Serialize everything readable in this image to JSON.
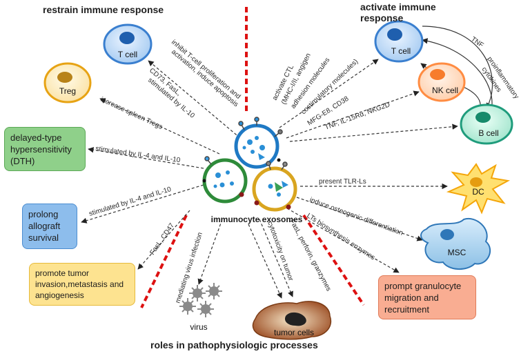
{
  "headings": {
    "restrain": "restrain immune response",
    "activate": "activate immune response",
    "roles": "roles in pathophysiologic processes"
  },
  "center": {
    "label": "immunocyte exosomes"
  },
  "cells": {
    "t_cell_left": "T cell",
    "treg": "Treg",
    "t_cell_right": "T cell",
    "nk_cell": "NK cell",
    "b_cell": "B cell",
    "dc": "DC",
    "msc": "MSC",
    "virus": "virus",
    "tumor": "tumor cells"
  },
  "boxes": {
    "dth": "delayed-type hypersensitivity (DTH)",
    "allograft": "prolong allograft survival",
    "tumor_promote": "promote tumor invasion,metastasis and angiogenesis",
    "granulocyte": "prompt granulocyte migration and recruitment"
  },
  "annotations": {
    "inhibit_1": "inhibit T-cell proliferation and",
    "inhibit_2": "activation, induce apoptosis",
    "cd73_1": "CD73, FasL,",
    "cd73_2": "stimulated by IL-10",
    "spleen": "increase spleen Tregs",
    "il4_dth": "stimulated by IL-4 and IL-10",
    "il4_allo": "stimulated by IL-4 and IL-10",
    "ctl_1": "activate CTL",
    "ctl_2": "(MHC-I/II, angigen",
    "ctl_3": "adhesion molecules",
    "ctl_4": "costimulatory molecules)",
    "mfg": "MFG-E8, CD38",
    "tnf_il15": "TNF, IL-15Rα, NKG2D",
    "tnf": "TNF",
    "pro_1": "proinflammatory",
    "pro_2": "cytokines",
    "tlr": "present TLR-Ls",
    "osteo": "induce osteogenic differentiation",
    "lts": "LTs biosynthesis enzymes",
    "fasl_cd47": "FasL, CD47",
    "virus_inf": "mediating virus infection",
    "cyto": "cytotoxicity on tumor",
    "fasl_perf": "FasL, perforin, granzymes"
  },
  "colors": {
    "t_cell": "#4a90d9",
    "treg": "#f0a020",
    "nk_cell": "#ff8c42",
    "b_cell": "#20a887",
    "dc": "#ffb020",
    "msc": "#3f8ed0",
    "green_box": "#7fc97f",
    "blue_box": "#7fb3e6",
    "yellow_box": "#fde08a",
    "orange_box": "#f8a88a",
    "divider": "#dd1111"
  }
}
